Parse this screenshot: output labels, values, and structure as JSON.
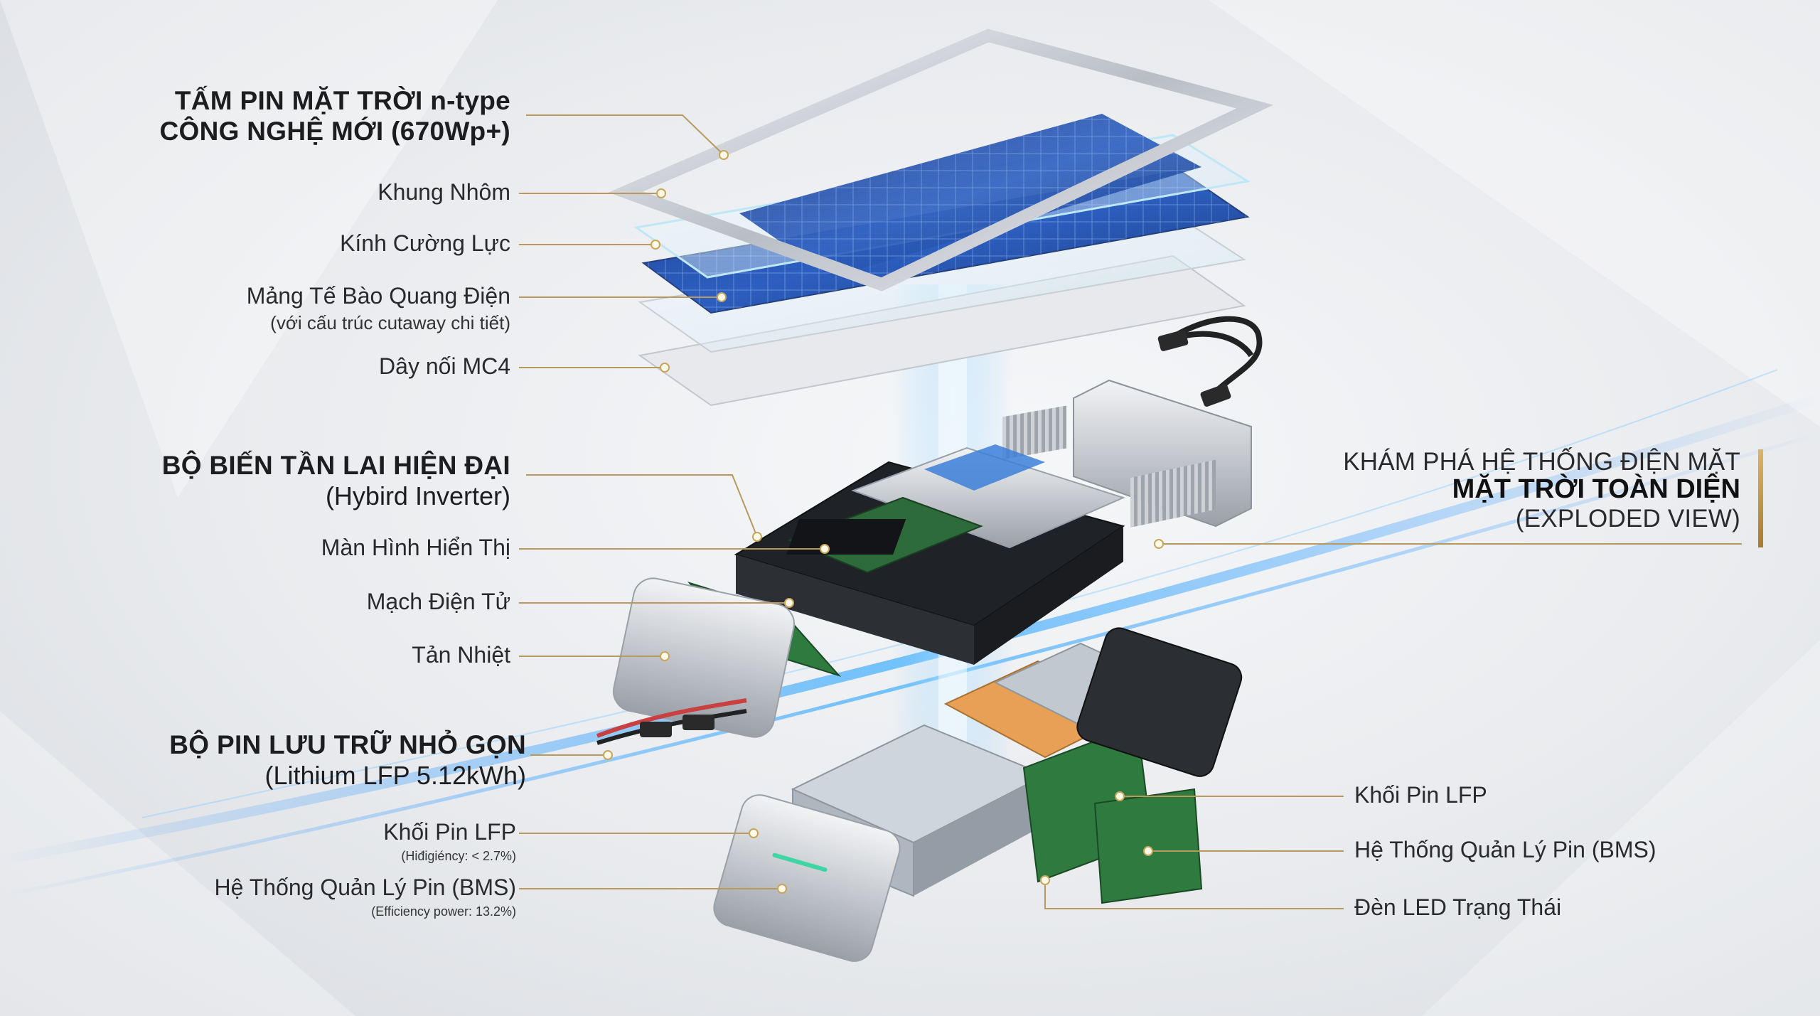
{
  "colors": {
    "leader": "#b89a5e",
    "accent_gold": "#c9a55c",
    "energy_blue": "#3fa9ff"
  },
  "header": {
    "line1": "KHÁM PHÁ HỆ THỐNG ĐIỆN MẶT",
    "line2": "MẶT TRỜI TOÀN DIỆN",
    "line3": "(EXPLODED VIEW)"
  },
  "solar_panel": {
    "title_line1": "TẤM PIN MẶT TRỜI n-type",
    "title_line2": "CÔNG NGHỆ MỚI (670Wp+)",
    "parts": [
      {
        "label": "Khung Nhôm"
      },
      {
        "label": "Kính Cường Lực"
      },
      {
        "label": "Mảng Tế Bào Quang Điện",
        "note": "(với cấu trúc cutaway chi tiết)"
      },
      {
        "label": "Dây nối MC4"
      }
    ]
  },
  "inverter": {
    "title": "BỘ BIẾN TẦN LAI HIỆN ĐẠI",
    "subtitle": "(Hybird Inverter)",
    "parts": [
      {
        "label": "Màn Hình Hiển Thị"
      },
      {
        "label": "Mạch Điện Tử"
      },
      {
        "label": "Tản Nhiệt"
      }
    ]
  },
  "battery": {
    "title": "BỘ PIN LƯU TRỮ NHỎ GỌN",
    "subtitle": "(Lithium LFP 5.12kWh)",
    "left_parts": [
      {
        "label": "Khối Pin LFP",
        "note": "(Hiđigiéncy: < 2.7%)"
      },
      {
        "label": "Hệ Thống Quản Lý Pin (BMS)",
        "note": "(Efficiency power: 13.2%)"
      }
    ],
    "right_parts": [
      {
        "label": "Khối Pin LFP"
      },
      {
        "label": "Hệ Thống Quản Lý Pin (BMS)"
      },
      {
        "label": "Đèn LED Trạng Thái"
      }
    ]
  }
}
